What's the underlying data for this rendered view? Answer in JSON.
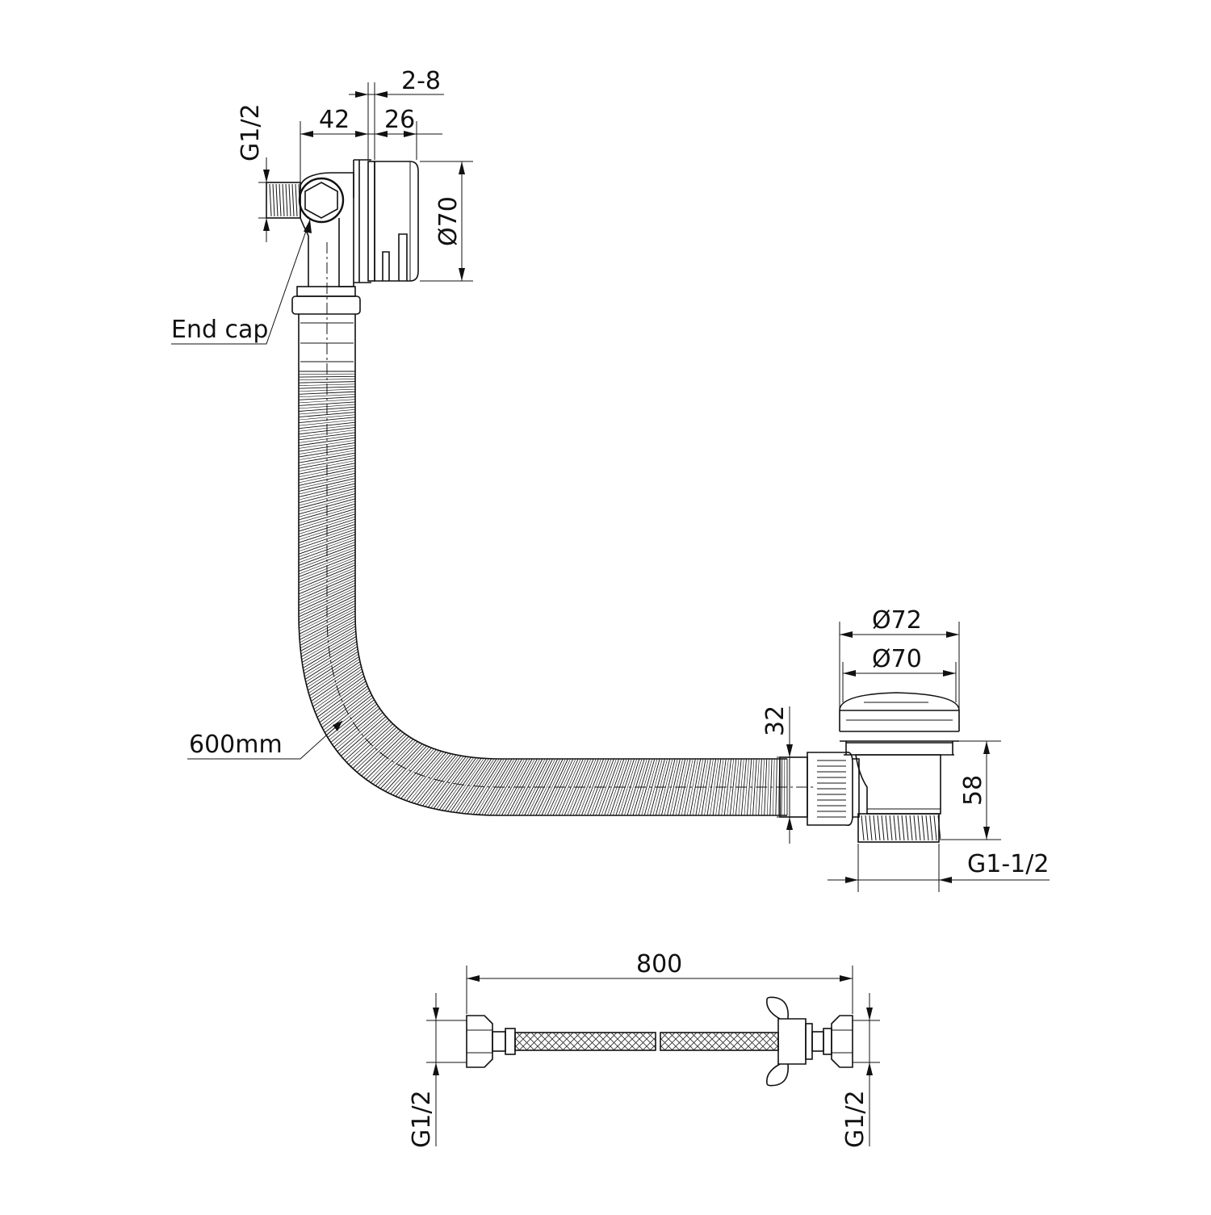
{
  "labels": {
    "dim_2_8": "2-8",
    "dim_42": "42",
    "dim_26": "26",
    "dim_g12_top": "G1/2",
    "dim_d70_overflow": "Ø70",
    "end_cap": "End cap",
    "hose_length": "600mm",
    "dim_d72": "Ø72",
    "dim_d70_waste": "Ø70",
    "dim_32": "32",
    "dim_58": "58",
    "dim_g1_1_2": "G1-1/2",
    "dim_800": "800",
    "dim_g12_left": "G1/2",
    "dim_g12_right": "G1/2"
  },
  "colors": {
    "line": "#111111",
    "background": "#ffffff"
  }
}
